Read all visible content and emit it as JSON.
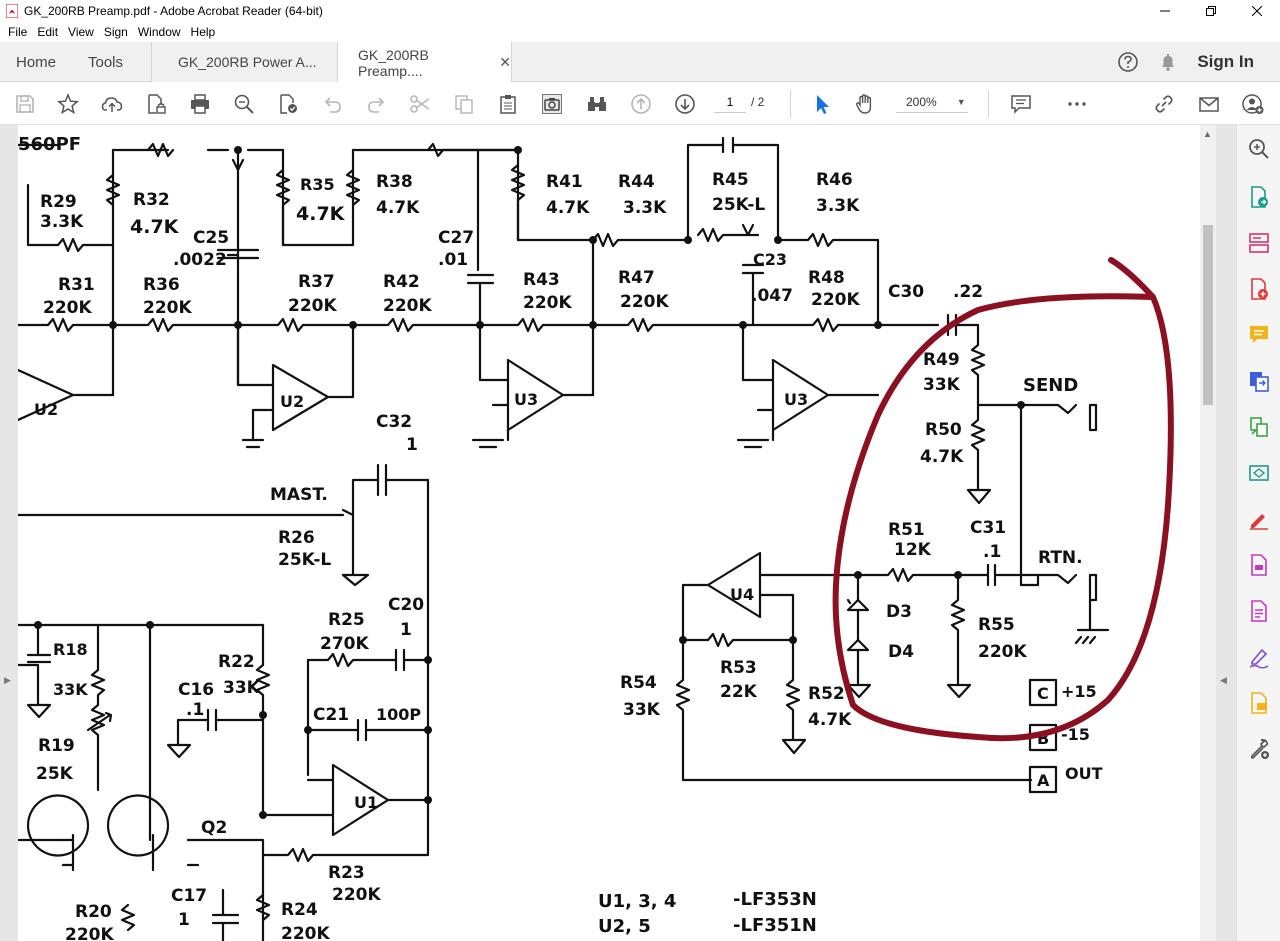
{
  "window": {
    "title": "GK_200RB Preamp.pdf - Adobe Acrobat Reader (64-bit)"
  },
  "menu": [
    "File",
    "Edit",
    "View",
    "Sign",
    "Window",
    "Help"
  ],
  "tabs": {
    "home": "Home",
    "tools": "Tools",
    "documents": [
      {
        "label": "GK_200RB Power A...",
        "active": false
      },
      {
        "label": "GK_200RB Preamp....",
        "active": true
      }
    ],
    "close_glyph": "✕"
  },
  "header": {
    "sign_in": "Sign In"
  },
  "toolbar": {
    "page_current": "1",
    "page_total": "/ 2",
    "zoom": "200%"
  },
  "schematic": {
    "labels": {
      "r29": "R29",
      "r29v": "3.3K",
      "r32": "R32",
      "r32v": "4.7K",
      "c25": "C25",
      "c25v": ".0022",
      "r35": "R35",
      "r35v": "4.7K",
      "r38": "R38",
      "r38v": "4.7K",
      "c27": "C27",
      "c27v": ".01",
      "r41": "R41",
      "r41v": "4.7K",
      "r44": "R44",
      "r44v": "3.3K",
      "r45": "R45",
      "r45v": "25K-L",
      "r46": "R46",
      "r46v": "3.3K",
      "r31": "R31",
      "r31v": "220K",
      "r36": "R36",
      "r36v": "220K",
      "r37": "R37",
      "r37v": "220K",
      "r42": "R42",
      "r42v": "220K",
      "r43": "R43",
      "r43v": "220K",
      "r47": "R47",
      "r47v": "220K",
      "c23": "C23",
      "c23v": ".047",
      "r48": "R48",
      "r48v": "220K",
      "c30": "C30",
      "c30v": ".22",
      "r49": "R49",
      "r49v": "33K",
      "send": "SEND",
      "r50": "R50",
      "r50v": "4.7K",
      "u2a": "U2",
      "u2b": "U2",
      "u3a": "U3",
      "u3b": "U3",
      "u4": "U4",
      "u1": "U1",
      "c32": "C32",
      "c32v": "1",
      "mast": "MAST.",
      "r26": "R26",
      "r26v": "25K-L",
      "r51": "R51",
      "r51v": "12K",
      "c31": "C31",
      "c31v": ".1",
      "rtn": "RTN.",
      "d3": "D3",
      "d4": "D4",
      "r55": "R55",
      "r55v": "220K",
      "r54": "R54",
      "r54v": "33K",
      "r53": "R53",
      "r53v": "22K",
      "r52": "R52",
      "r52v": "4.7K",
      "r25": "R25",
      "r25v": "270K",
      "c20": "C20",
      "c20v": "1",
      "r18": "R18",
      "r18v": "33K",
      "r22": "R22",
      "r22v": "33K",
      "c16": "C16",
      "c16v": ".1",
      "c21": "C21",
      "c21v": "100P",
      "r19": "R19",
      "r19v": "25K",
      "q2": "Q2",
      "r23": "R23",
      "r23v": "220K",
      "r20": "R20",
      "r20v": "220K",
      "c17": "C17",
      "c17v": "1",
      "r24": "R24",
      "r24v": "220K",
      "pin_c": "C",
      "pin_c_label": "+15",
      "pin_b": "B",
      "pin_b_label": "-15",
      "pin_a": "A",
      "pin_a_label": "OUT",
      "note1a": "U1, 3, 4",
      "note1b": "-LF353N",
      "note2a": "U2, 5",
      "note2b": "-LF351N",
      "top_frag": "560PF"
    }
  }
}
